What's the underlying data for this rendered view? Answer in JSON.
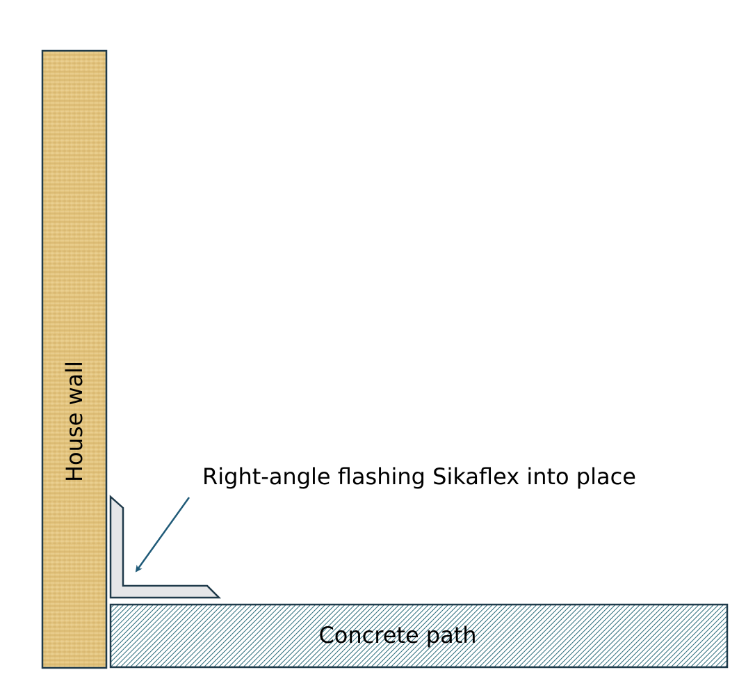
{
  "labels": {
    "house_wall": "House wall",
    "flashing": "Right-angle flashing Sikaflex into place",
    "concrete_path": "Concrete path"
  },
  "colors": {
    "wall_fill": "#e3c47e",
    "wall_grain": "#c9a25a",
    "outline": "#1f3a4a",
    "concrete_fill": "#ffffff",
    "concrete_hatch": "#2a6b7a",
    "flashing_fill": "#e5e6e8",
    "flashing_stroke": "#1f3a4a",
    "arrow": "#1f5a78",
    "text": "#000000"
  }
}
